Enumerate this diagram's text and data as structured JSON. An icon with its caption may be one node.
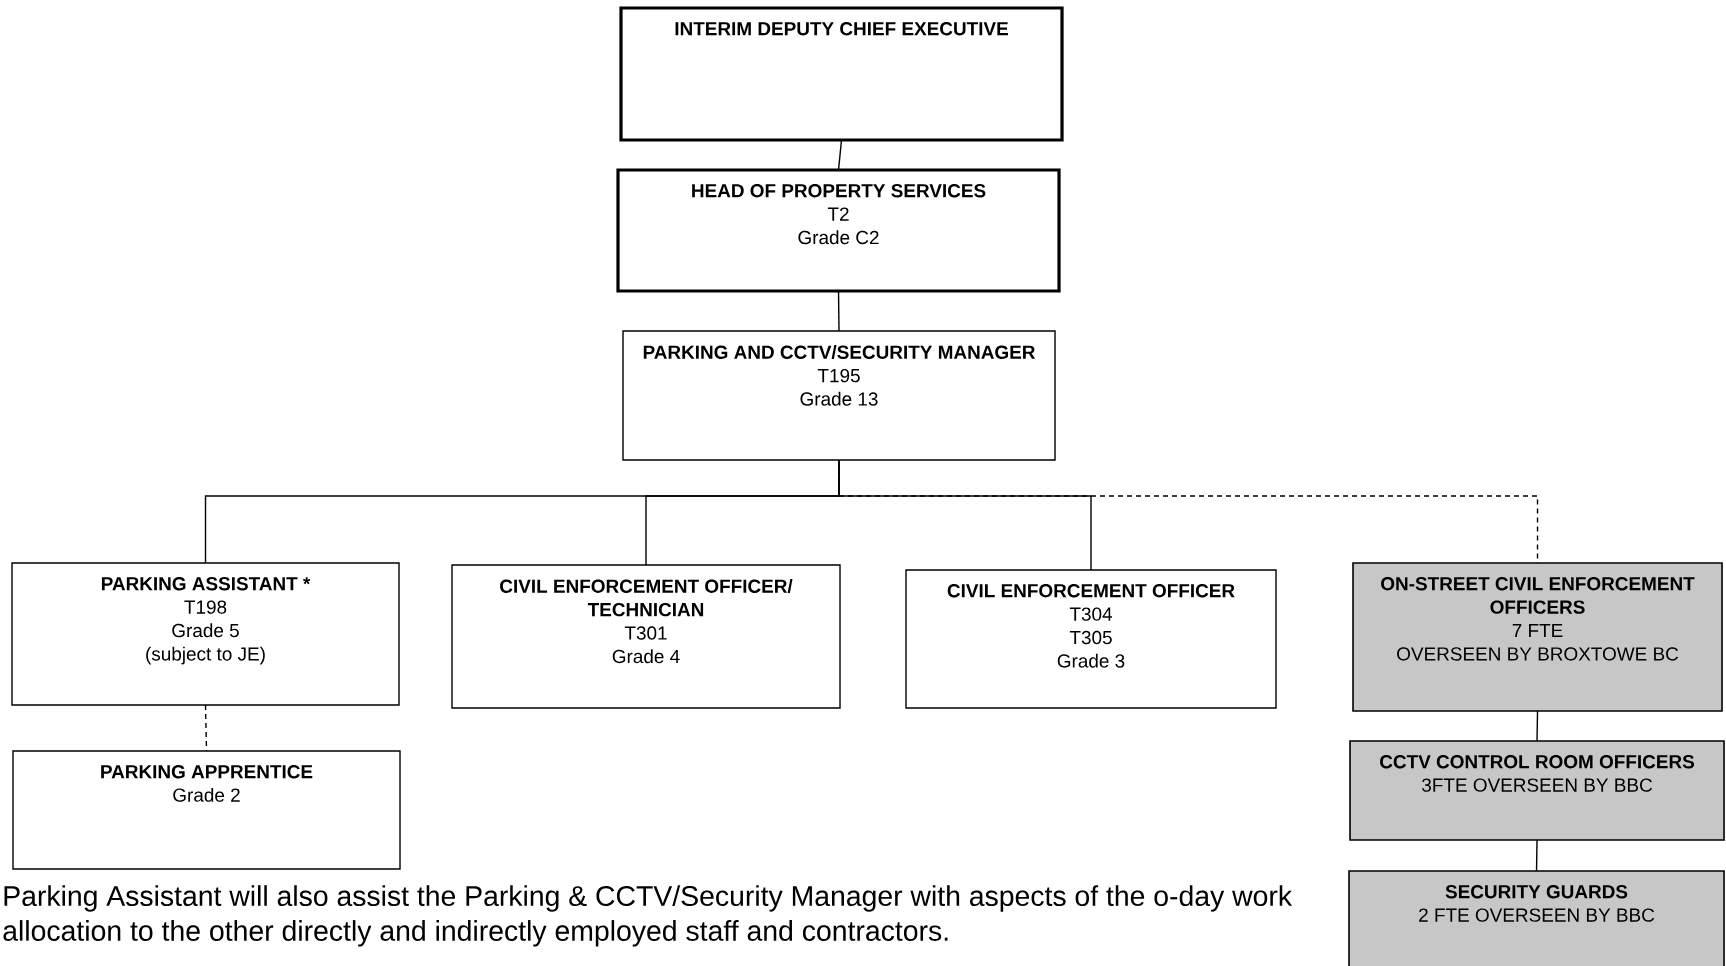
{
  "diagram": {
    "nodes": [
      {
        "text": [
          "INTERIM DEPUTY CHIEF EXECUTIVE"
        ]
      },
      {
        "text": [
          "HEAD OF PROPERTY SERVICES",
          "T2",
          "Grade C2"
        ]
      },
      {
        "text": [
          "PARKING AND CCTV/SECURITY MANAGER",
          "T195",
          "Grade 13"
        ]
      },
      {
        "text": [
          "PARKING ASSISTANT *",
          "T198",
          "Grade 5",
          "(subject to JE)"
        ]
      },
      {
        "text": [
          "CIVIL ENFORCEMENT OFFICER/ TECHNICIAN",
          "T301",
          "Grade 4"
        ]
      },
      {
        "text": [
          "CIVIL ENFORCEMENT OFFICER",
          "T304",
          "T305",
          "Grade 3"
        ]
      },
      {
        "text": [
          "ON-STREET CIVIL ENFORCEMENT OFFICERS",
          "7 FTE",
          "OVERSEEN BY BROXTOWE BC"
        ]
      },
      {
        "text": [
          "PARKING APPRENTICE",
          "Grade 2"
        ]
      },
      {
        "text": [
          "CCTV CONTROL ROOM OFFICERS",
          "3FTE OVERSEEN BY BBC"
        ]
      },
      {
        "text": [
          "SECURITY GUARDS",
          "2 FTE OVERSEEN BY BBC"
        ]
      }
    ],
    "edges": [
      {
        "from": 0,
        "to": 1,
        "arrow": "none"
      },
      {
        "from": 1,
        "to": 2,
        "arrow": "none"
      },
      {
        "from": 2,
        "to": 3,
        "arrow": "none"
      },
      {
        "from": 2,
        "to": 4,
        "arrow": "none"
      },
      {
        "from": 2,
        "to": 5,
        "arrow": "none"
      },
      {
        "from": 2,
        "to": 6,
        "arrow": "none",
        "style": "dashed"
      },
      {
        "from": 3,
        "to": 7,
        "arrow": "none",
        "style": "dashed"
      },
      {
        "from": 6,
        "to": 8,
        "arrow": "none"
      },
      {
        "from": 8,
        "to": 9,
        "arrow": "none"
      }
    ],
    "labels": [
      "Parking Assistant will also assist the Parking & CCTV/Security Manager with aspects of the o-day work allocation to the other directly and indirectly employed staff and contractors."
    ]
  }
}
